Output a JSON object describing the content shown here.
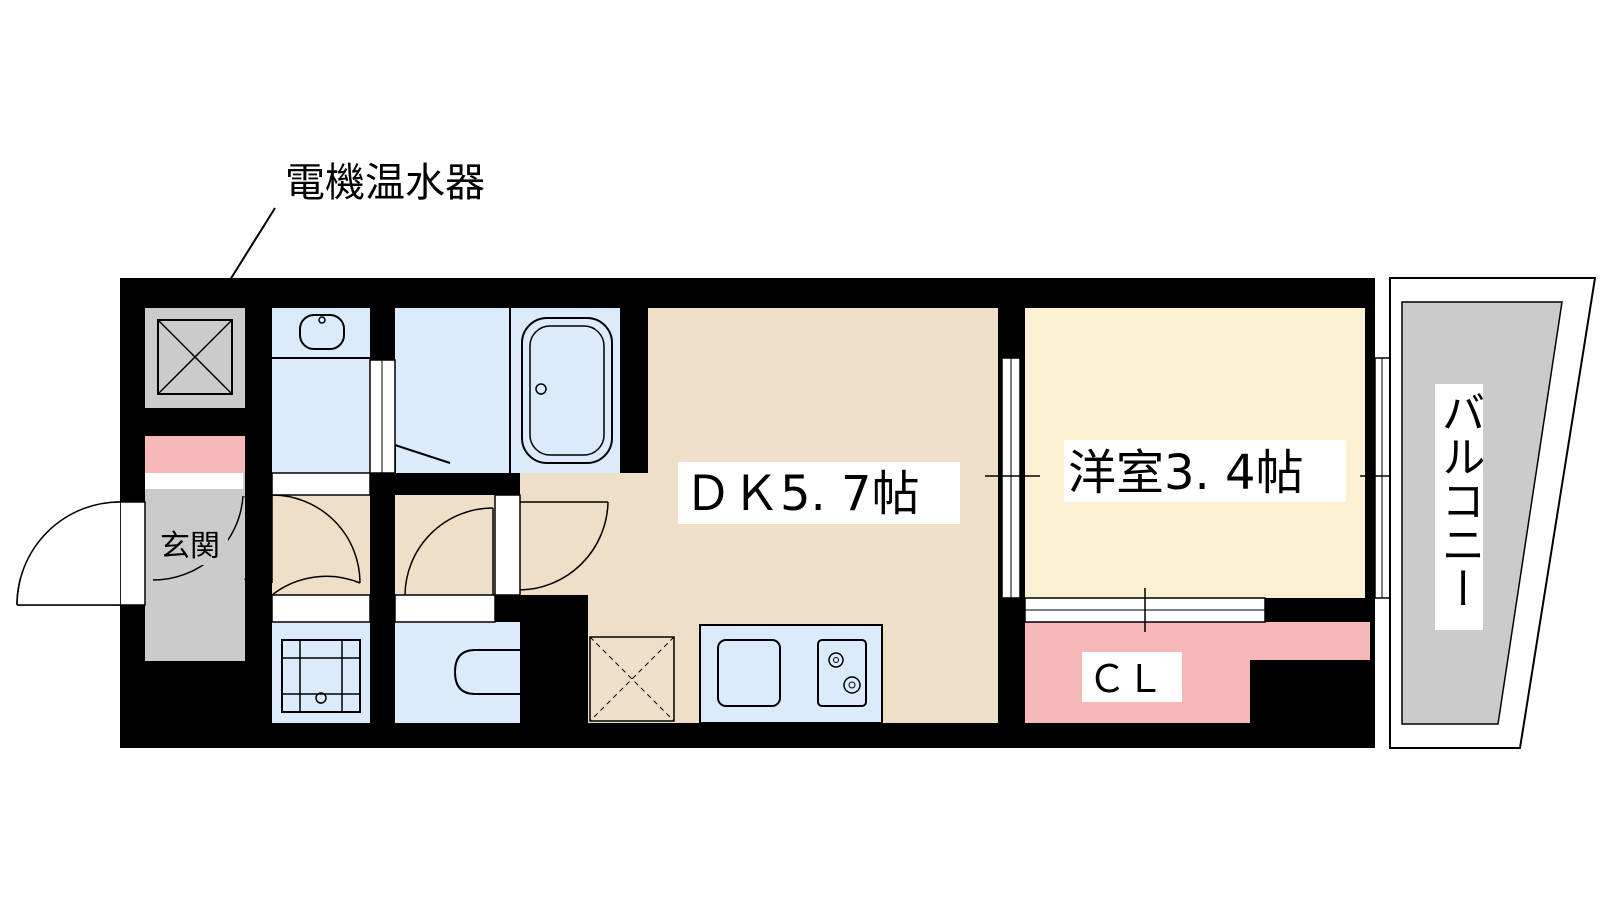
{
  "labels": {
    "water_heater": "電機温水器",
    "entrance": "玄関",
    "dk": "ＤＫ5. 7帖",
    "western_room": "洋室3. 4帖",
    "closet": "ＣＬ",
    "balcony": "バルコニー"
  },
  "colors": {
    "wall": "#000000",
    "wet_area": "#dcebfb",
    "dk_floor": "#efdfc8",
    "room_floor": "#fbf0d2",
    "closet_floor": "#f7b8b9",
    "balcony_floor": "#cbcbcb",
    "entrance_floor": "#cbcbcb",
    "heater_box": "#cbcbcb",
    "shoe_box": "#f7b8b9"
  },
  "icons": [
    "water-heater-icon",
    "sink-icon",
    "bathtub-icon",
    "washer-pan-icon",
    "toilet-icon",
    "storage-x-icon",
    "kitchen-sink-icon",
    "stove-icon",
    "door-swing-icon",
    "window-icon"
  ]
}
